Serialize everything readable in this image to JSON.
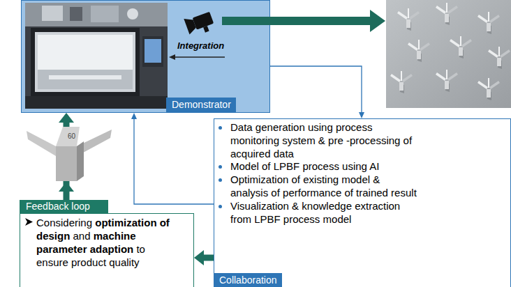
{
  "diagram": {
    "nodes": [
      {
        "text": [
          "Demonstrator"
        ]
      },
      {
        "text": [
          "Data generation using process monitoring system & pre -processing of acquired data",
          "Model of LPBF process using AI",
          "Optimization of existing model & analysis of performance of trained result",
          "Visualization & knowledge extraction from LPBF process model",
          "Collaboration"
        ]
      },
      {
        "text": [
          "Feedback loop",
          "Considering optimization of design and machine parameter adaption to ensure product quality"
        ]
      }
    ],
    "edges": [
      {
        "from": 0,
        "to": 1,
        "arrow": "to"
      },
      {
        "from": 1,
        "to": 0,
        "arrow": "to"
      },
      {
        "from": 1,
        "to": 2,
        "arrow": "to"
      },
      {
        "from": 2,
        "to": 0,
        "arrow": "to"
      }
    ],
    "labels": [
      "Integration",
      "60"
    ]
  }
}
